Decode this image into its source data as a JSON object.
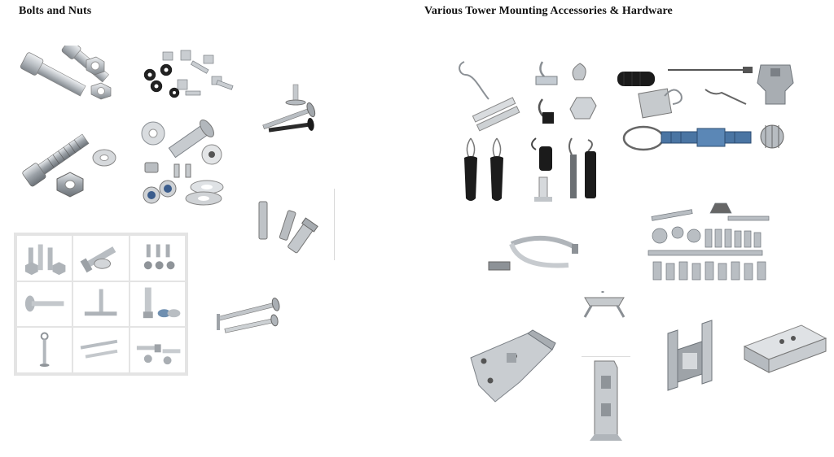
{
  "left_section": {
    "title": "Bolts and Nuts",
    "items": [
      {
        "name": "hex-bolts-and-nuts"
      },
      {
        "name": "cage-nuts-and-screws"
      },
      {
        "name": "carriage-bolt"
      },
      {
        "name": "hex-bolt-with-washer"
      },
      {
        "name": "countersunk-screws-washers"
      },
      {
        "name": "studs"
      },
      {
        "name": "long-carriage-bolts"
      }
    ],
    "grid_cells": [
      "bolt-nut-set",
      "bolt-washer",
      "studs-hex",
      "carriage-bolt",
      "t-bolt",
      "hex-bolt-nuts",
      "eye-pin",
      "long-bolts",
      "bolts-nuts-mix"
    ]
  },
  "right_section": {
    "title": "Various Tower Mounting Accessories & Hardware",
    "items": [
      {
        "name": "drop-wire-clamps"
      },
      {
        "name": "cable-hooks"
      },
      {
        "name": "tension-clamps"
      },
      {
        "name": "suspension-clamps"
      },
      {
        "name": "dead-end-clamps"
      },
      {
        "name": "pole-band-clamp"
      },
      {
        "name": "line-fittings-set"
      },
      {
        "name": "cross-bracket"
      },
      {
        "name": "angle-bracket"
      },
      {
        "name": "vertical-plate"
      },
      {
        "name": "channel-bracket"
      },
      {
        "name": "u-bracket"
      }
    ]
  },
  "colors": {
    "metal_light": "#d4d7da",
    "metal_mid": "#a9aeb3",
    "metal_dark": "#6f757b",
    "black_rubber": "#1e1e1e",
    "blue_steel": "#3f6b9a"
  }
}
